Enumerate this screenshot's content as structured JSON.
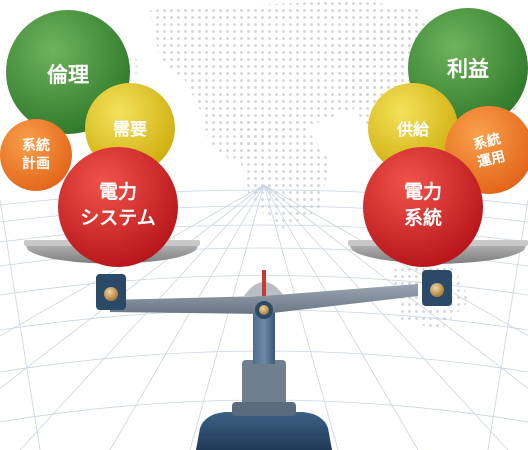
{
  "left_pan": {
    "balls": {
      "ethics": "倫理",
      "demand": "需要",
      "planning": [
        "系統",
        "計画"
      ],
      "power_system": [
        "電力",
        "システム"
      ]
    }
  },
  "right_pan": {
    "balls": {
      "profit": "利益",
      "supply": "供給",
      "operation": [
        "系統",
        "運用"
      ],
      "power_grid": [
        "電力",
        "系統"
      ]
    }
  },
  "colors": {
    "green": "#3e8a3a",
    "yellow": "#e3c51d",
    "orange": "#ee7a1f",
    "red": "#d4201f",
    "scale_dark": "#2b4a68",
    "grid": "#c9d4e3",
    "world_dots": "#cfcfcf"
  },
  "icons": [
    "balance-scale-icon",
    "world-map-dots-icon",
    "perspective-grid-icon"
  ]
}
